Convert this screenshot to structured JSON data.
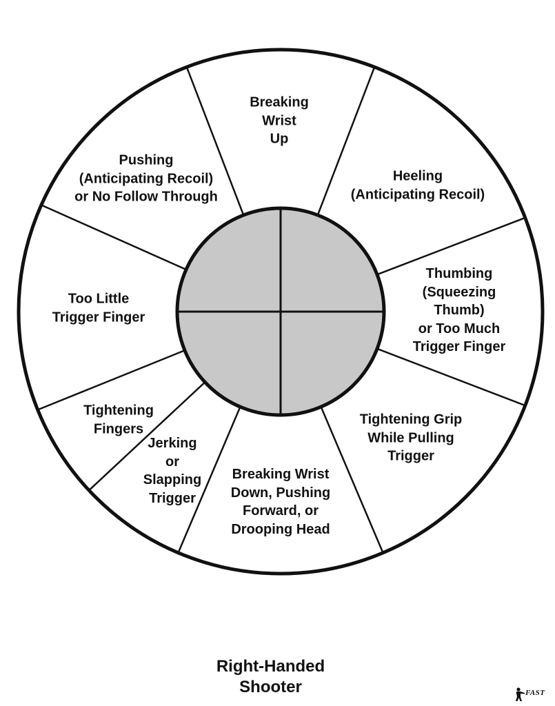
{
  "diagram": {
    "colors": {
      "outline": "#111111",
      "center_fill": "#c8c8c8",
      "background": "#ffffff"
    },
    "segments": [
      {
        "label": "Breaking\nWrist\nUp"
      },
      {
        "label": "Heeling\n(Anticipating Recoil)"
      },
      {
        "label": "Thumbing\n(Squeezing Thumb)\nor Too Much\nTrigger Finger"
      },
      {
        "label": "Tightening Grip\nWhile Pulling\nTrigger"
      },
      {
        "label": "Breaking Wrist\nDown, Pushing\nForward, or\nDrooping Head"
      },
      {
        "label": "Jerking\nor\nSlapping\nTrigger"
      },
      {
        "label": "Tightening\nFingers"
      },
      {
        "label": "Too Little\nTrigger Finger"
      },
      {
        "label": "Pushing\n(Anticipating Recoil)\nor No Follow Through"
      }
    ]
  },
  "caption": "Right-Handed\nShooter",
  "logo": {
    "text": "FAST",
    "icon": "shooter-silhouette-icon"
  }
}
